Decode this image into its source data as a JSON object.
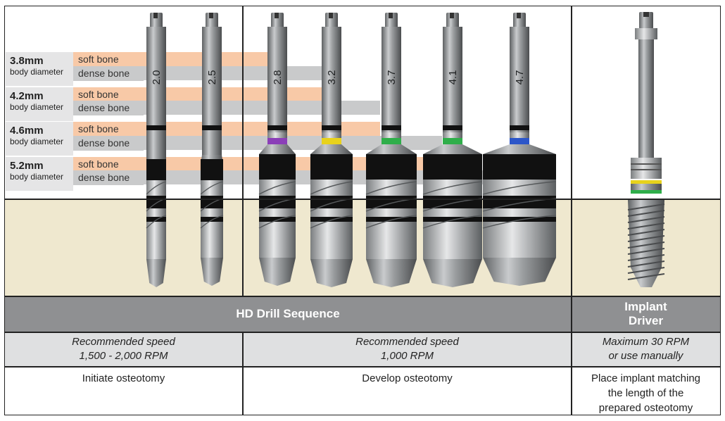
{
  "diameters": [
    {
      "size": "3.8mm",
      "sub": "body diameter",
      "soft": "soft bone",
      "dense": "dense bone"
    },
    {
      "size": "4.2mm",
      "sub": "body diameter",
      "soft": "soft bone",
      "dense": "dense bone"
    },
    {
      "size": "4.6mm",
      "sub": "body diameter",
      "soft": "soft bone",
      "dense": "dense bone"
    },
    {
      "size": "5.2mm",
      "sub": "body diameter",
      "soft": "soft bone",
      "dense": "dense bone"
    }
  ],
  "drills": [
    {
      "label": "2.0",
      "ring_color": ""
    },
    {
      "label": "2.5",
      "ring_color": ""
    },
    {
      "label": "2.8",
      "ring_color": "#8b3fb8"
    },
    {
      "label": "3.2",
      "ring_color": "#e8d21c"
    },
    {
      "label": "3.7",
      "ring_color": "#2fae4a"
    },
    {
      "label": "4.1",
      "ring_color": "#2fae4a"
    },
    {
      "label": "4.7",
      "ring_color": "#2c56c9"
    }
  ],
  "headers": {
    "drill_sequence": "HD Drill Sequence",
    "implant_driver_line1": "Implant",
    "implant_driver_line2": "Driver"
  },
  "speeds": [
    {
      "line1": "Recommended speed",
      "line2": "1,500 - 2,000 RPM"
    },
    {
      "line1": "Recommended speed",
      "line2": "1,000 RPM"
    },
    {
      "line1": "Maximum 30 RPM",
      "line2": "or use manually"
    }
  ],
  "descriptions": [
    {
      "line1": "Initiate osteotomy",
      "line2": "",
      "line3": ""
    },
    {
      "line1": "Develop osteotomy",
      "line2": "",
      "line3": ""
    },
    {
      "line1": "Place implant matching",
      "line2": "the length of the",
      "line3": "prepared osteotomy"
    }
  ],
  "colors": {
    "soft_bone_band": "#f8c9a7",
    "dense_bone_band": "#c9cacb",
    "bone_background": "#efe8cf",
    "header_bar": "#8f9092",
    "speed_row": "#dfe0e1",
    "driver_ring_yellow": "#e8d21c",
    "driver_ring_green": "#2fae4a"
  }
}
